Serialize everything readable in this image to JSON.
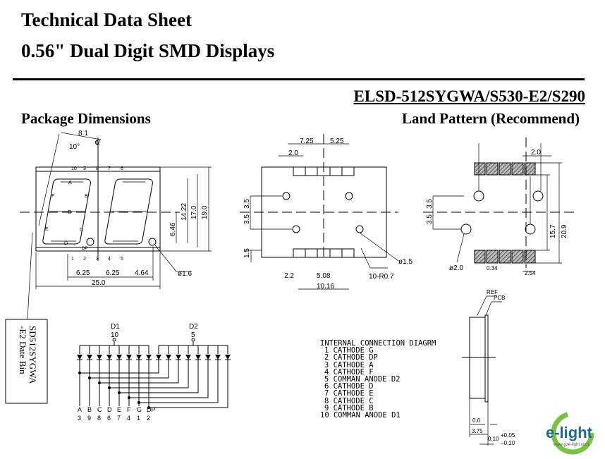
{
  "header": {
    "title": "Technical Data Sheet",
    "subtitle": "0.56\" Dual Digit SMD Displays",
    "part_number": "ELSD-512SYGWA/S530-E2/S290"
  },
  "sections": {
    "package": "Package Dimensions",
    "land": "Land Pattern (Recommend)"
  },
  "package_drawing": {
    "dim_width": "8.1",
    "angle": "10°",
    "segments": [
      "A",
      "B",
      "C",
      "D",
      "E",
      "F",
      "G",
      "DP"
    ],
    "top_pins": [
      "10",
      "9",
      "8",
      "7",
      "6"
    ],
    "bottom_pins": [
      "1",
      "2",
      "3",
      "4",
      "5"
    ],
    "dims": [
      "6.25",
      "6.25",
      "4.64",
      "25.0",
      "6.46",
      "14.22",
      "17.0",
      "19.0",
      "ø1.6"
    ],
    "centerline": "℄"
  },
  "bottom_drawing": {
    "dims": [
      "7.25",
      "5.25",
      "2.0",
      "3.5",
      "3.5",
      "1.5",
      "2.2",
      "5.08",
      "10.16",
      "ø1.5",
      "10-R0.7"
    ]
  },
  "land_pattern": {
    "dims": [
      "2.0",
      "3.5",
      "3.5",
      "ø2.0",
      "0.34",
      "2.54",
      "15.7",
      "20.9"
    ]
  },
  "label_box": {
    "line1": "SD512SYGWA",
    "line2": "-E2 Date Bin"
  },
  "circuit": {
    "d1": "D1",
    "d1_pin": "10",
    "d2": "D2",
    "d2_pin": "5",
    "segments": [
      "A",
      "B",
      "C",
      "D",
      "E",
      "F",
      "G",
      "DP"
    ],
    "pins": [
      "3",
      "9",
      "8",
      "6",
      "7",
      "4",
      "1",
      "2"
    ]
  },
  "connection": {
    "title": "INTERNAL CONNECTION DIAGRM",
    "items": [
      "1 CATHODE G",
      "2 CATHODE DP",
      "3 CATHODE A",
      "4 CATHODE F",
      "5 COMMAN ANODE D2",
      "6 CATHODE D",
      "7 CATHODE E",
      "8 CATHODE C",
      "9 CATHODE B",
      "10 COMMAN ANODE D1"
    ]
  },
  "side_view": {
    "ref": "REF",
    "pcb": "PCB",
    "d1": "0.6",
    "d2": "3.75",
    "d3": "0.10",
    "tol_plus": "+0.05",
    "tol_minus": "−0.10"
  },
  "logo": {
    "name": "e-light",
    "url": "www.gze-light.com",
    "color": "#1f6b8e",
    "ring": "#7cc242"
  }
}
